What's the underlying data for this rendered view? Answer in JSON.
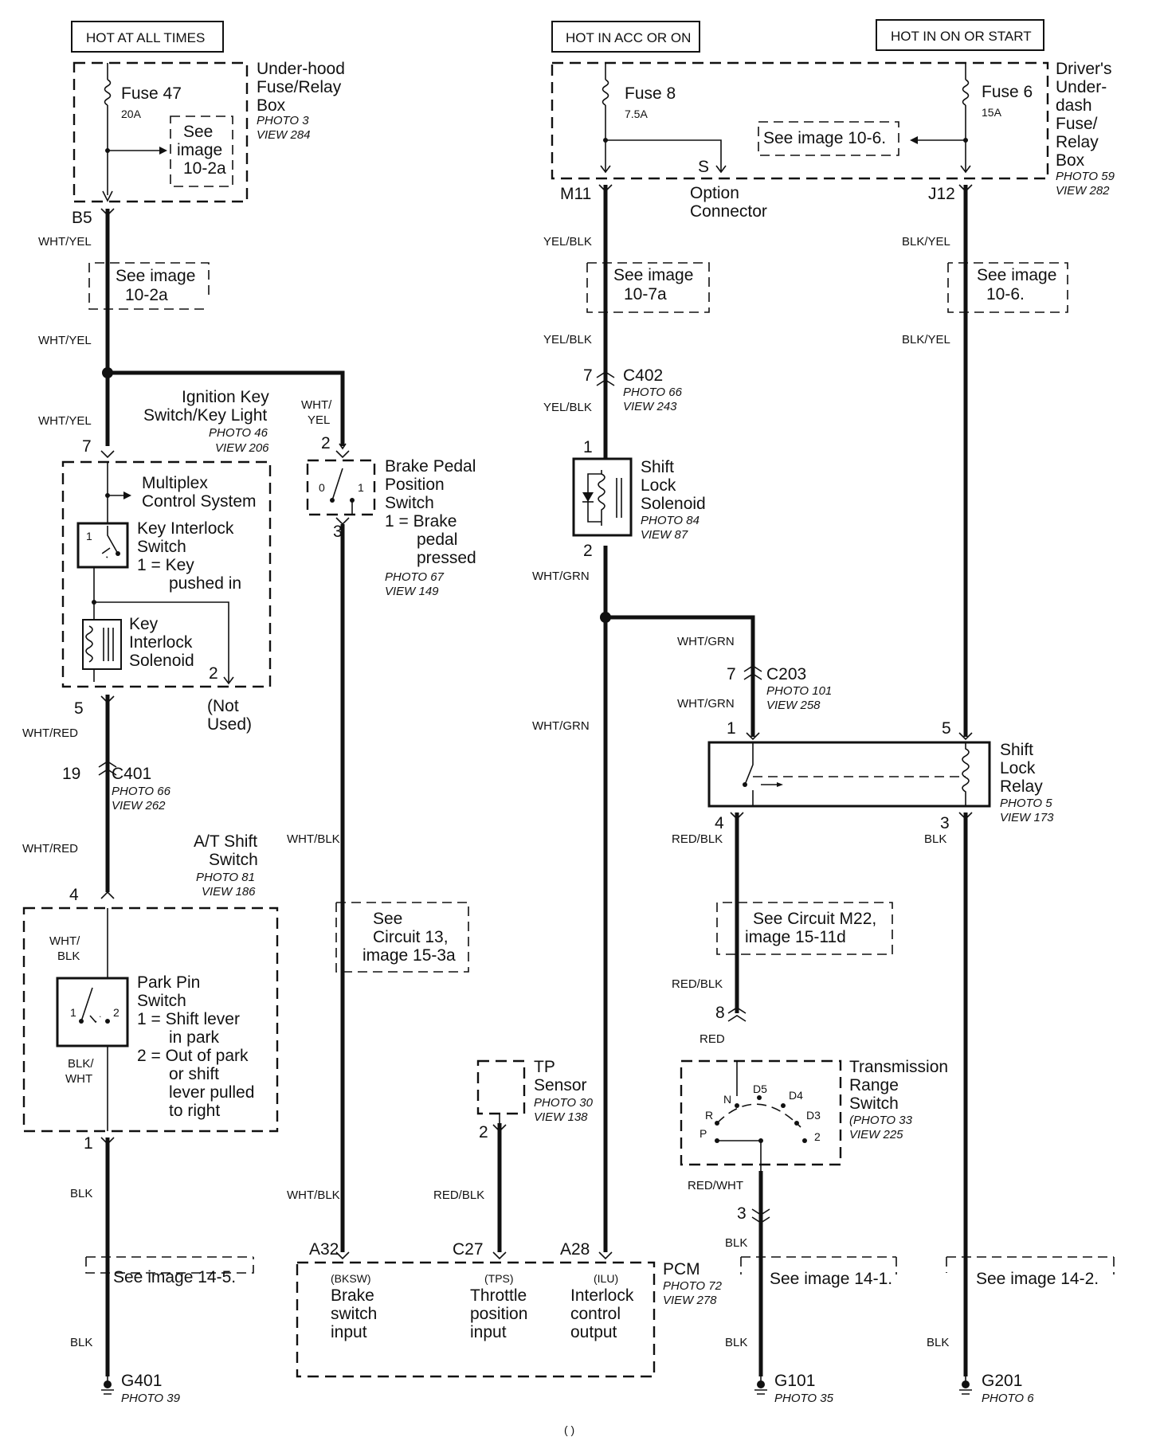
{
  "headers": {
    "hot_at_all_times": "HOT AT ALL TIMES",
    "hot_in_acc_or_on": "HOT IN ACC OR ON",
    "hot_in_on_or_start": "HOT IN ON OR START"
  },
  "underhood": {
    "title": [
      "Under-hood",
      "Fuse/Relay",
      "Box"
    ],
    "photo": "PHOTO 3",
    "view": "VIEW 284",
    "fuse": "Fuse 47",
    "amps": "20A",
    "see": [
      "See",
      "image",
      "10-2a"
    ],
    "terminal": "B5"
  },
  "dash_box": {
    "title": [
      "Driver's",
      "Under-",
      "dash",
      "Fuse/",
      "Relay",
      "Box"
    ],
    "photo": "PHOTO 59",
    "view": "VIEW 282",
    "fuse8": "Fuse 8",
    "fuse8_amps": "7.5A",
    "fuse6": "Fuse 6",
    "fuse6_amps": "15A",
    "see": "See image 10-6.",
    "s_pin": "S",
    "option": [
      "Option",
      "Connector"
    ],
    "m11": "M11",
    "j12": "J12"
  },
  "wires": {
    "wht_yel": "WHT/YEL",
    "wht_yel_a": "WHT/",
    "wht_yel_b": "YEL",
    "yel_blk": "YEL/BLK",
    "blk_yel": "BLK/YEL",
    "wht_red": "WHT/RED",
    "wht_blk": "WHT/BLK",
    "wht_blk_a": "WHT/",
    "wht_blk_b": "BLK",
    "blk_wht_a": "BLK/",
    "blk_wht_b": "WHT",
    "blk": "BLK",
    "wht_grn": "WHT/GRN",
    "red_blk": "RED/BLK",
    "red": "RED",
    "red_wht": "RED/WHT"
  },
  "see_refs": {
    "r102a": [
      "See image",
      "10-2a"
    ],
    "r107a": [
      "See image",
      "10-7a"
    ],
    "r106": [
      "See image",
      "10-6."
    ],
    "circuit13": [
      "See",
      "Circuit 13,",
      "image 15-3a"
    ],
    "m22": [
      "See Circuit M22,",
      "image 15-11d"
    ],
    "r145": "See image 14-5.",
    "r141": "See image 14-1.",
    "r142": "See image 14-2."
  },
  "ignition": {
    "title": [
      "Ignition Key",
      "Switch/Key Light"
    ],
    "photo": "PHOTO 46",
    "view": "VIEW 206",
    "pin_in": "7",
    "pin_out": "5",
    "pin_nu": "2",
    "not_used": [
      "(Not",
      "Used)"
    ],
    "multiplex": [
      "Multiplex",
      "Control System"
    ],
    "key_interlock_switch": [
      "Key Interlock",
      "Switch"
    ],
    "ki_1": "1",
    "ki_note_a": "1 =  Key",
    "ki_note_b": "pushed in",
    "solenoid": [
      "Key",
      "Interlock",
      "Solenoid"
    ]
  },
  "c401": {
    "name": "C401",
    "pin": "19",
    "photo": "PHOTO 66",
    "view": "VIEW 262"
  },
  "at_shift": {
    "title": [
      "A/T Shift",
      "Switch"
    ],
    "photo": "PHOTO 81",
    "view": "VIEW 186",
    "pin_in": "4",
    "pin_out": "1",
    "park_pin": [
      "Park Pin",
      "Switch"
    ],
    "p1": "1",
    "p2": "2",
    "note": [
      "1 =  Shift lever",
      "in park",
      "2 =  Out of park",
      "or shift",
      "lever pulled",
      "to right"
    ]
  },
  "ground_g401": {
    "name": "G401",
    "photo": "PHOTO 39"
  },
  "brake": {
    "title": [
      "Brake Pedal",
      "Position",
      "Switch"
    ],
    "note": [
      "1 = Brake",
      "pedal",
      "pressed"
    ],
    "photo": "PHOTO 67",
    "view": "VIEW 149",
    "pin_in": "2",
    "pin_out": "3",
    "s0": "0",
    "s1": "1"
  },
  "c402": {
    "name": "C402",
    "pin": "7",
    "photo": "PHOTO 66",
    "view": "VIEW 243"
  },
  "shift_lock_solenoid": {
    "title": [
      "Shift",
      "Lock",
      "Solenoid"
    ],
    "photo": "PHOTO 84",
    "view": "VIEW 87",
    "pin_in": "1",
    "pin_out": "2"
  },
  "c203": {
    "name": "C203",
    "pin": "7",
    "photo": "PHOTO 101",
    "view": "VIEW 258"
  },
  "relay": {
    "title": [
      "Shift",
      "Lock",
      "Relay"
    ],
    "photo": "PHOTO 5",
    "view": "VIEW 173",
    "p1": "1",
    "p5": "5",
    "p4": "4",
    "p3": "3"
  },
  "c8": {
    "pin": "8"
  },
  "trs": {
    "title": [
      "Transmission",
      "Range",
      "Switch"
    ],
    "photo": "(PHOTO 33",
    "view": "VIEW 225",
    "positions": [
      "P",
      "R",
      "N",
      "D5",
      "D4",
      "D3",
      "2"
    ],
    "pin_out": "3"
  },
  "tp": {
    "title": [
      "TP",
      "Sensor"
    ],
    "photo": "PHOTO 30",
    "view": "VIEW 138",
    "pin": "2"
  },
  "pcm": {
    "title": "PCM",
    "photo": "PHOTO 72",
    "view": "VIEW 278",
    "a32": "A32",
    "c27": "C27",
    "a28": "A28",
    "bksw": [
      "(BKSW)",
      "Brake",
      "switch",
      "input"
    ],
    "tps": [
      "(TPS)",
      "Throttle",
      "position",
      "input"
    ],
    "ilu": [
      "(ILU)",
      "Interlock",
      "control",
      "output"
    ]
  },
  "ground_g101": {
    "name": "G101",
    "photo": "PHOTO 35"
  },
  "ground_g201": {
    "name": "G201",
    "photo": "PHOTO 6"
  },
  "bottom_mark": "( )"
}
